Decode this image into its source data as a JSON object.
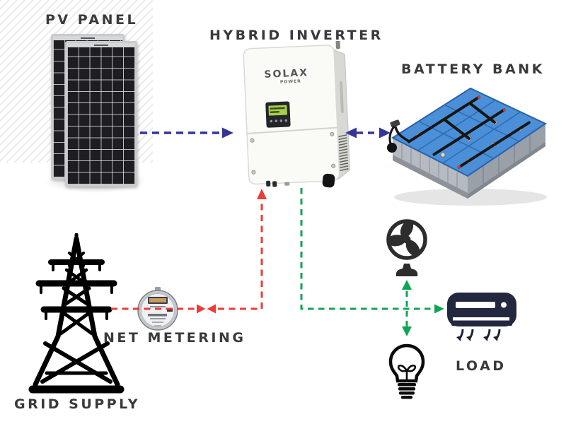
{
  "palette": {
    "arrow_blue": "#34349b",
    "arrow_red": "#ee3b36",
    "arrow_green": "#10a456",
    "label_color": "#3a3a3c",
    "battery_blue": "#4a8fd8",
    "ac_navy": "#232840",
    "lcd_green": "#a5ce4a"
  },
  "nodes": {
    "pv_panel": {
      "label": "PV PANEL"
    },
    "hybrid_inverter": {
      "label": "HYBRID INVERTER",
      "brand": "SOLAX",
      "brand_sub": "POWER"
    },
    "battery_bank": {
      "label": "BATTERY BANK"
    },
    "grid_supply": {
      "label": "GRID SUPPLY"
    },
    "net_metering": {
      "label": "NET METERING"
    },
    "load": {
      "label": "LOAD",
      "devices": [
        "fan",
        "air-conditioner",
        "light-bulb"
      ]
    }
  },
  "connections": [
    {
      "from": "pv_panel",
      "to": "hybrid_inverter",
      "color": "#34349b",
      "line": "dashed",
      "direction": "one-way"
    },
    {
      "from": "hybrid_inverter",
      "to": "battery_bank",
      "color": "#34349b",
      "line": "dashed",
      "direction": "two-way"
    },
    {
      "from": "grid_supply",
      "to": "hybrid_inverter",
      "via": "net_metering",
      "color": "#ee3b36",
      "line": "dashed",
      "direction": "two-way"
    },
    {
      "from": "hybrid_inverter",
      "to": "load",
      "color": "#10a456",
      "line": "dashed",
      "direction": "one-way"
    }
  ]
}
